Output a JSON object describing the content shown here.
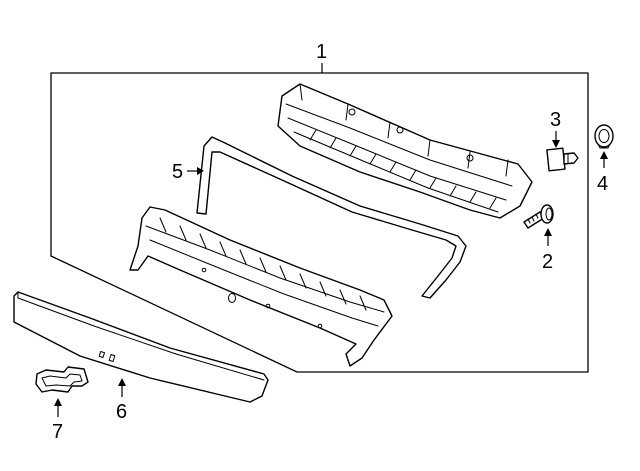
{
  "diagram": {
    "callouts": {
      "c1": "1",
      "c2": "2",
      "c3": "3",
      "c4": "4",
      "c5": "5",
      "c6": "6",
      "c7": "7"
    },
    "parts": [
      {
        "callout": "1",
        "part": "grille-assembly",
        "icon": "grille-assembly-box"
      },
      {
        "callout": "2",
        "part": "bolt",
        "icon": "bolt-icon"
      },
      {
        "callout": "3",
        "part": "clip-nut",
        "icon": "clip-nut-icon"
      },
      {
        "callout": "4",
        "part": "push-retainer",
        "icon": "push-retainer-icon"
      },
      {
        "callout": "5",
        "part": "seal",
        "icon": "seal-strip-icon"
      },
      {
        "callout": "6",
        "part": "molding",
        "icon": "molding-icon"
      },
      {
        "callout": "7",
        "part": "emblem",
        "icon": "bowtie-emblem-icon"
      }
    ],
    "colors": {
      "line": "#000000",
      "background": "#ffffff"
    }
  }
}
